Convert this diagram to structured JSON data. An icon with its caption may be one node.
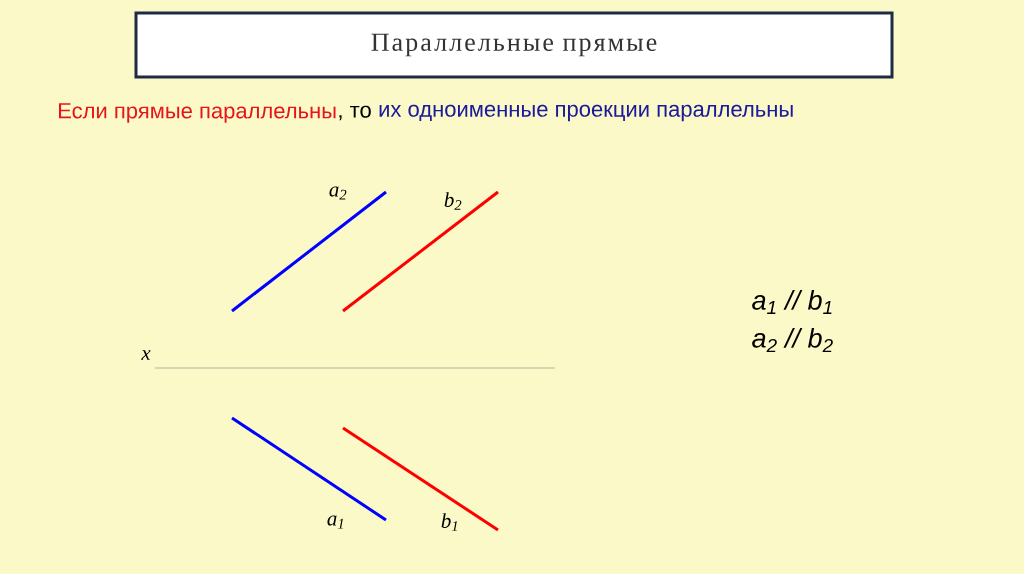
{
  "diagram": {
    "title": "Параллельные прямые",
    "labels": [
      "Если прямые параллельны",
      ", то",
      "их одноименные проекции параллельны",
      "a$_{2}$",
      "b$_{2}$",
      "x",
      "a$_{1}$",
      "b$_{1}$",
      "a$_{1}$ // b$_{1}$",
      "a$_{2}$ // b$_{2}$"
    ]
  }
}
